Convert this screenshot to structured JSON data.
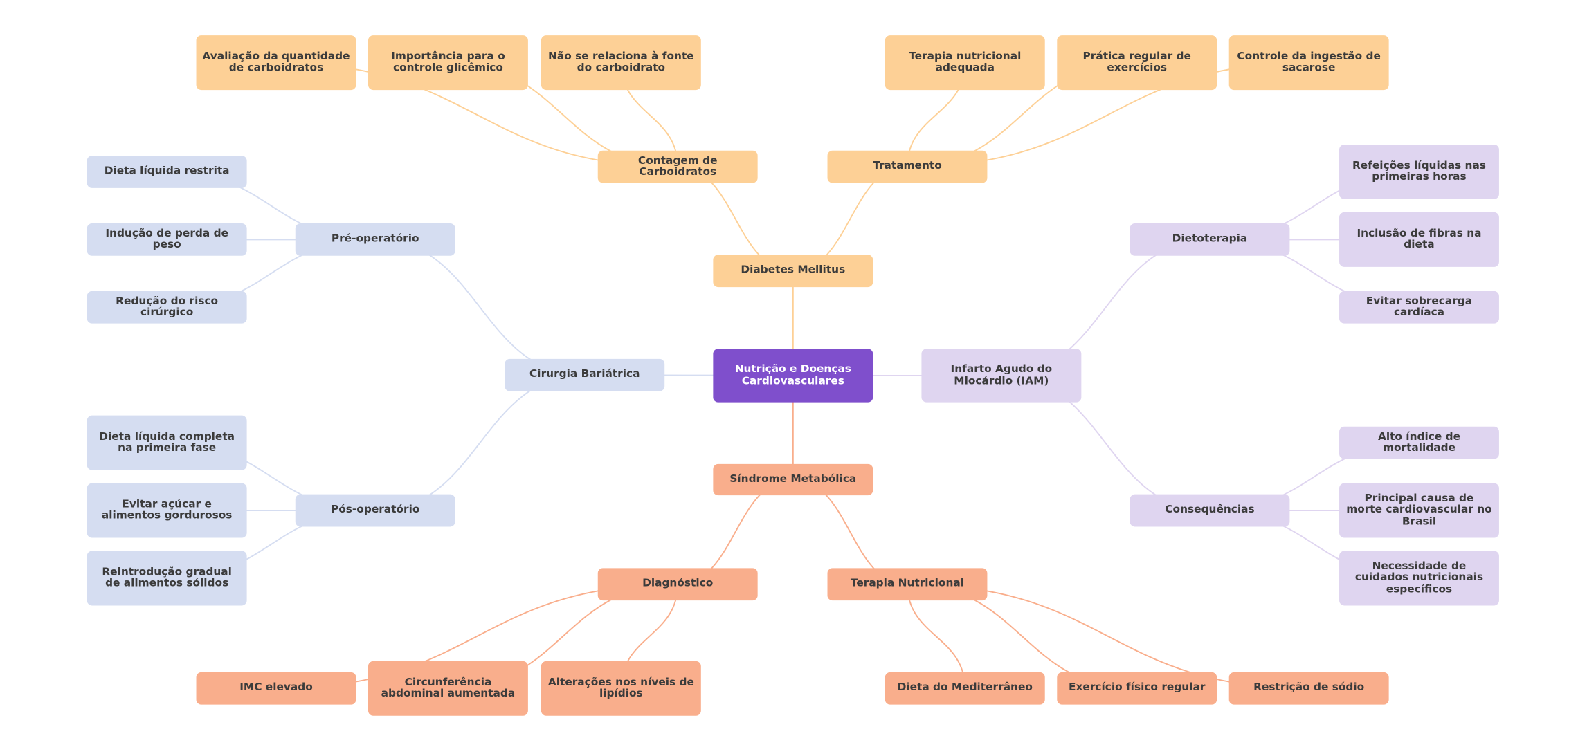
{
  "title": "Nutrição e Doenças Cardiovasculares",
  "colors": {
    "center": "#7f4fcc",
    "diabetes_branch": "#fdd096",
    "sindrome_branch": "#f9ae8c",
    "cirurgia_branch": "#d5ddf1",
    "iam_branch": "#dfd5f0",
    "text": "#3b3b3b"
  },
  "mindmap": {
    "center": {
      "label": "Nutrição e Doenças Cardiovasculares"
    },
    "branches": [
      {
        "label": "Diabetes Mellitus",
        "children": [
          {
            "label": "Contagem de Carboidratos",
            "children": [
              {
                "label": "Avaliação da quantidade de carboidratos"
              },
              {
                "label": "Importância para o controle glicêmico"
              },
              {
                "label": "Não se relaciona à fonte do carboidrato"
              }
            ]
          },
          {
            "label": "Tratamento",
            "children": [
              {
                "label": "Terapia nutricional adequada"
              },
              {
                "label": "Prática regular de exercícios"
              },
              {
                "label": "Controle da ingestão de sacarose"
              }
            ]
          }
        ]
      },
      {
        "label": "Cirurgia Bariátrica",
        "children": [
          {
            "label": "Pré-operatório",
            "children": [
              {
                "label": "Dieta líquida restrita"
              },
              {
                "label": "Indução de perda de peso"
              },
              {
                "label": "Redução do risco cirúrgico"
              }
            ]
          },
          {
            "label": "Pós-operatório",
            "children": [
              {
                "label": "Dieta líquida completa na primeira fase"
              },
              {
                "label": "Evitar açúcar e alimentos gordurosos"
              },
              {
                "label": "Reintrodução gradual de alimentos sólidos"
              }
            ]
          }
        ]
      },
      {
        "label": "Infarto Agudo do Miocárdio (IAM)",
        "children": [
          {
            "label": "Dietoterapia",
            "children": [
              {
                "label": "Refeições líquidas nas primeiras horas"
              },
              {
                "label": "Inclusão de fibras na dieta"
              },
              {
                "label": "Evitar sobrecarga cardíaca"
              }
            ]
          },
          {
            "label": "Consequências",
            "children": [
              {
                "label": "Alto índice de mortalidade"
              },
              {
                "label": "Principal causa de morte cardiovascular no Brasil"
              },
              {
                "label": "Necessidade de cuidados nutricionais específicos"
              }
            ]
          }
        ]
      },
      {
        "label": "Síndrome Metabólica",
        "children": [
          {
            "label": "Diagnóstico",
            "children": [
              {
                "label": "IMC elevado"
              },
              {
                "label": "Circunferência abdominal aumentada"
              },
              {
                "label": "Alterações nos níveis de lipídios"
              }
            ]
          },
          {
            "label": "Terapia Nutricional",
            "children": [
              {
                "label": "Dieta do Mediterrâneo"
              },
              {
                "label": "Exercício físico regular"
              },
              {
                "label": "Restrição de sódio"
              }
            ]
          }
        ]
      }
    ]
  }
}
